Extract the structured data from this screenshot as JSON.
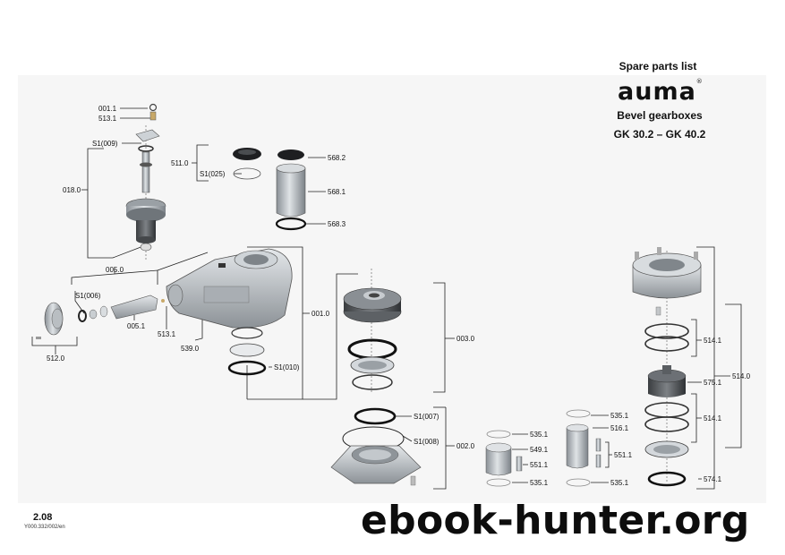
{
  "header": {
    "title": "Spare parts list",
    "logo_text": "auma",
    "logo_mark": "®",
    "subtitle_line1": "Bevel gearboxes",
    "subtitle_line2": "GK 30.2 – GK 40.2"
  },
  "footer": {
    "page_number": "2.08",
    "document_reference": "Y000.332/002/en",
    "watermark": "ebook-hunter.org"
  },
  "labels": {
    "l_001_1": "001.1",
    "l_513_1_top": "513.1",
    "l_s1_009": "S1(009)",
    "l_018_0": "018.0",
    "l_005_0": "005.0",
    "l_s1_006": "S1(006)",
    "l_005_1": "005.1",
    "l_513_1_mid": "513.1",
    "l_539_0": "539.0",
    "l_512_0": "512.0",
    "l_511_0": "511.0",
    "l_s1_025": "S1(025)",
    "l_568_2": "568.2",
    "l_568_1": "568.1",
    "l_568_3": "568.3",
    "l_001_0": "001.0",
    "l_s1_010": "S1(010)",
    "l_003_0": "003.0",
    "l_s1_007": "S1(007)",
    "l_s1_008": "S1(008)",
    "l_002_0": "002.0",
    "l_535_1_a": "535.1",
    "l_549_1": "549.1",
    "l_551_1_a": "551.1",
    "l_535_1_b": "535.1",
    "l_535_1_c": "535.1",
    "l_516_1": "516.1",
    "l_551_1_b": "551.1",
    "l_535_1_d": "535.1",
    "l_514_1_a": "514.1",
    "l_575_1": "575.1",
    "l_514_0": "514.0",
    "l_514_1_b": "514.1",
    "l_574_1": "574.1"
  }
}
